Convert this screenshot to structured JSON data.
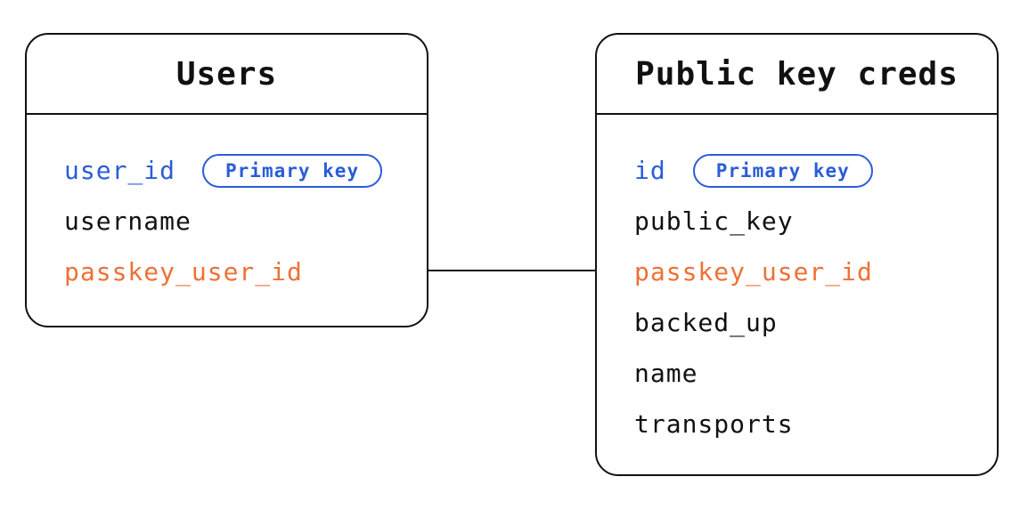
{
  "diagram": {
    "type": "entity-relationship",
    "colors": {
      "accent_blue": "#2b5dd7",
      "accent_orange": "#ed7137",
      "line_color": "#111111",
      "background": "#ffffff"
    },
    "tables": [
      {
        "title": "Users",
        "fields": [
          {
            "name": "user_id",
            "badge": "Primary key",
            "color": "blue"
          },
          {
            "name": "username",
            "color": "black"
          },
          {
            "name": "passkey_user_id",
            "color": "orange"
          }
        ]
      },
      {
        "title": "Public key creds",
        "fields": [
          {
            "name": "id",
            "badge": "Primary key",
            "color": "blue"
          },
          {
            "name": "public_key",
            "color": "black"
          },
          {
            "name": "passkey_user_id",
            "color": "orange"
          },
          {
            "name": "backed_up",
            "color": "black"
          },
          {
            "name": "name",
            "color": "black"
          },
          {
            "name": "transports",
            "color": "black"
          }
        ]
      }
    ],
    "relationship": {
      "from": "Users.passkey_user_id",
      "to": "Public key creds.passkey_user_id"
    }
  }
}
